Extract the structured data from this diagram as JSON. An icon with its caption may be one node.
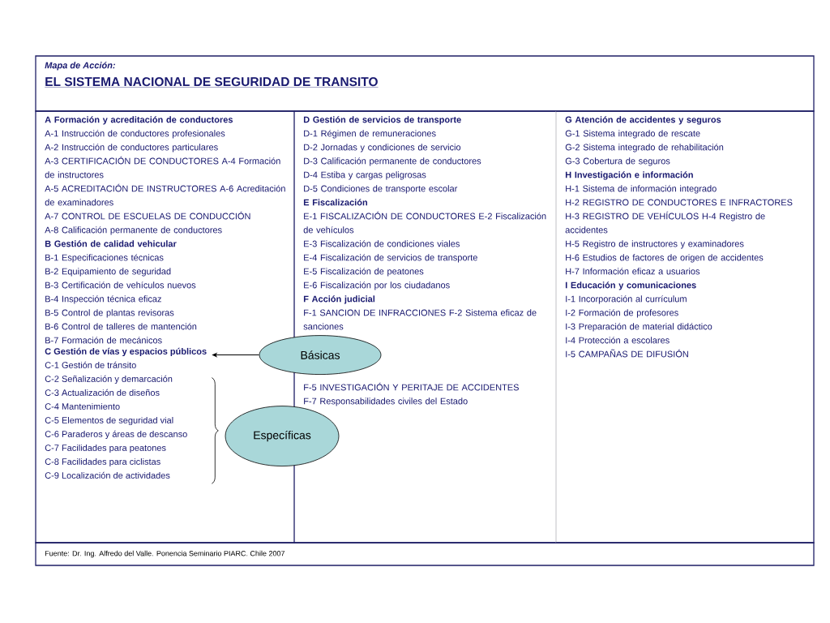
{
  "diagram": {
    "title": "EL SISTEMA NACIONAL DE SEGURIDAD DE TRANSITO",
    "caption": "Fuente: Dr. Ing. Alfredo del Valle. Ponencia Seminario PIARC. Chile 2007",
    "nodes": [
      {
        "text": [
          "A  Formación y acreditación de conductores",
          "A-1 Instrucción de conductores profesionales",
          "A-2 Instrucción de conductores particulares",
          "A-3 CERTIFICACIÓN DE CONDUCTORES A-4 Formación de instructores",
          "A-5 ACREDITACIÓN DE INSTRUCTORES A-6 Acreditación de examinadores",
          "A-7 CONTROL DE ESCUELAS DE CONDUCCIÓN",
          "A-8 Calificación permanente de conductores",
          "B  Gestión de calidad vehicular",
          "B-1 Especificaciones técnicas",
          "B-2 Equipamiento de seguridad",
          "B-3 Certificación de vehículos nuevos",
          "B-4 Inspección técnica eficaz",
          "B-5 Control de plantas revisoras",
          "B-6 Control de talleres de mantención",
          "B-7 Formación de mecánicos"
        ]
      },
      {
        "text": [
          "C  Gestión de vías y espacios públicos",
          "C-1 Gestión de tránsito",
          "C-2 Señalización y demarcación",
          "C-3 Actualización de diseños",
          "C-4 Mantenimiento",
          "C-5 Elementos de seguridad vial",
          "C-6 Paraderos y áreas de descanso",
          "C-7 Facilidades para peatones",
          "C-8 Facilidades para ciclistas",
          "C-9 Localización de actividades"
        ],
        "in": 0
      },
      {
        "text": [
          "D  Gestión de servicios de transporte",
          "D-1 Régimen de remuneraciones",
          "D-2 Jornadas y condiciones de servicio",
          "D-3 Calificación permanente de conductores",
          "D-4 Estiba y cargas peligrosas",
          "D-5 Condiciones de transporte escolar",
          "E  Fiscalización",
          "E-1 FISCALIZACIÓN DE CONDUCTORES E-2 Fiscalización de vehículos",
          "E-3 Fiscalización de condiciones viales",
          "E-4 Fiscalización de servicios de transporte",
          "E-5 Fiscalización de peatones",
          "E-6 Fiscalización por los ciudadanos",
          "F  Acción judicial",
          "F-1 SANCION DE INFRACCIONES F-2 Sistema eficaz de sanciones",
          "F-5 INVESTIGACIÓN Y PERITAJE DE ACCIDENTES",
          "F-7 Responsabilidades civiles del Estado"
        ]
      },
      {
        "text": [
          "G  Atención de accidentes y seguros",
          "G-1 Sistema integrado de rescate",
          "G-2 Sistema integrado de rehabilitación",
          "G-3 Cobertura de seguros",
          "H  Investigación e información",
          "H-1 Sistema de información integrado",
          "H-2 REGISTRO DE CONDUCTORES E INFRACTORES",
          "H-3 REGISTRO DE VEHÍCULOS H-4 Registro de accidentes",
          "H-5 Registro de instructores y examinadores",
          "H-6 Estudios de factores de origen de accidentes",
          "H-7 Información eficaz a usuarios",
          "I  Educación y comunicaciones",
          "I-1 Incorporación al currículum",
          "I-2 Formación de profesores",
          "I-3 Preparación de material didáctico",
          "I-4 Protección a escolares",
          "I-5 CAMPAÑAS DE DIFUSIÓN"
        ]
      },
      {
        "text": [
          "Básicas"
        ]
      },
      {
        "text": [
          "Específicas"
        ]
      }
    ],
    "edges": [
      {
        "from": 4,
        "to": 1,
        "arrow": "to"
      }
    ],
    "labels": [
      "Mapa de Acción:"
    ]
  }
}
